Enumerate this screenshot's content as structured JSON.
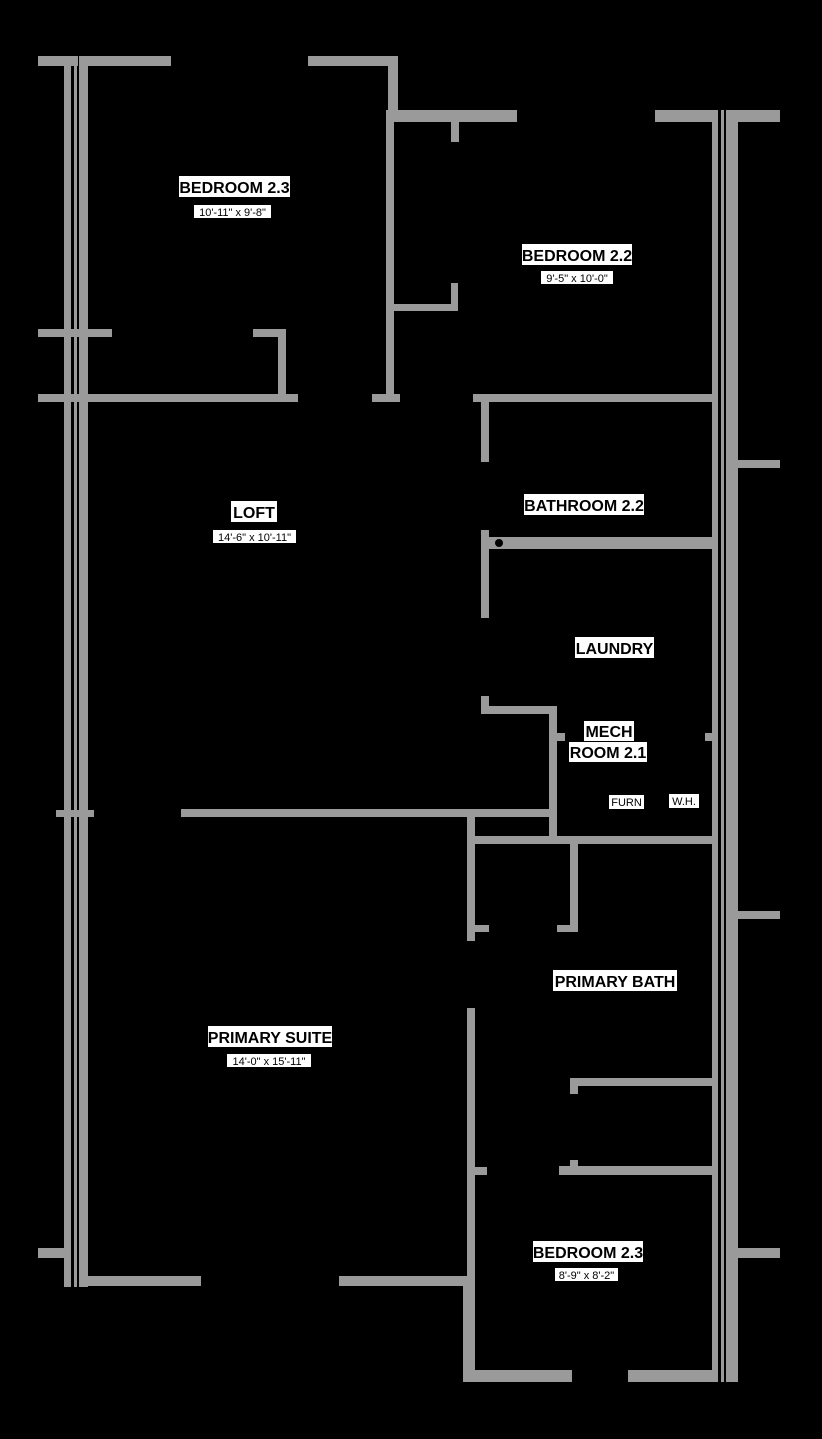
{
  "rooms": {
    "bedroom_2_3_top": {
      "name": "BEDROOM 2.3",
      "size": "10'-11\" x 9'-8\""
    },
    "bedroom_2_2": {
      "name": "BEDROOM 2.2",
      "size": "9'-5\" x 10'-0\""
    },
    "loft": {
      "name": "LOFT",
      "size": "14'-6\" x 10'-11\""
    },
    "bathroom_2_2": {
      "name": "BATHROOM 2.2"
    },
    "laundry": {
      "name": "LAUNDRY"
    },
    "mech_room": {
      "name_line1": "MECH",
      "name_line2": "ROOM 2.1"
    },
    "furnace": {
      "name": "FURN"
    },
    "water_heater": {
      "name": "W.H."
    },
    "primary_bath": {
      "name": "PRIMARY BATH"
    },
    "primary_suite": {
      "name": "PRIMARY SUITE",
      "size": "14'-0\" x 15'-11\""
    },
    "bedroom_2_3_bottom": {
      "name": "BEDROOM 2.3",
      "size": "8'-9\" x 8'-2\""
    }
  },
  "colors": {
    "background": "#000000",
    "wall": "#9a9a9a",
    "label_bg": "#ffffff"
  }
}
